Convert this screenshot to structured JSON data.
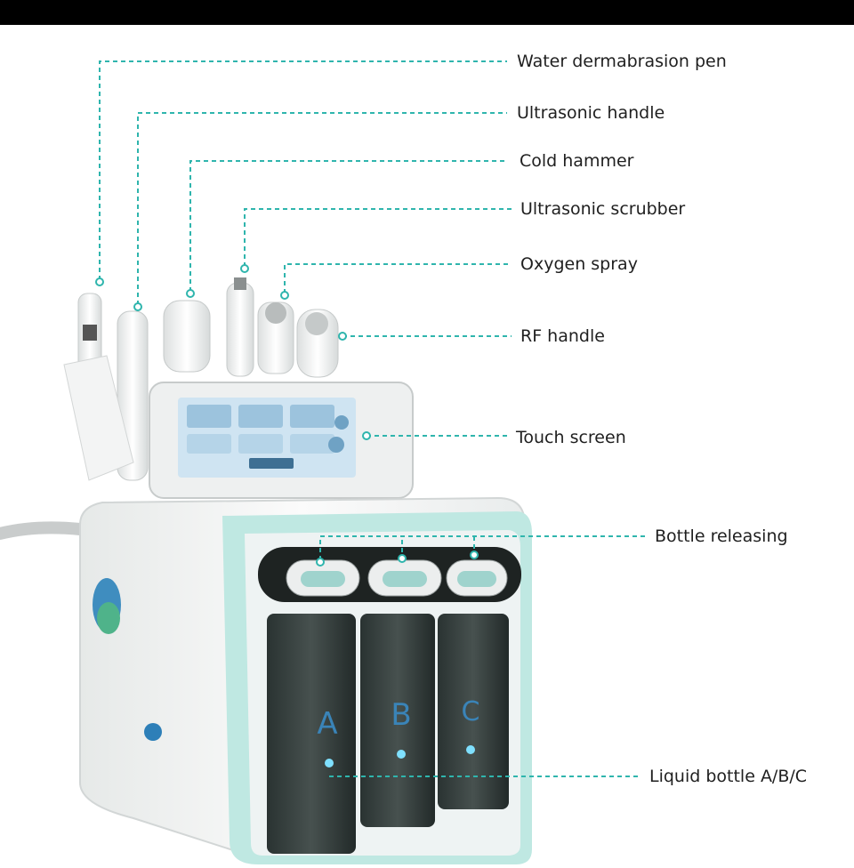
{
  "labels": {
    "water_pen": "Water dermabrasion pen",
    "ultrasonic_handle": "Ultrasonic handle",
    "cold_hammer": "Cold hammer",
    "ultrasonic_scrubber": "Ultrasonic scrubber",
    "oxygen_spray": "Oxygen spray",
    "rf_handle": "RF handle",
    "touch_screen": "Touch screen",
    "bottle_releasing": "Bottle releasing",
    "liquid_bottle": "Liquid bottle A/B/C"
  },
  "bottles": {
    "a": "A",
    "b": "B",
    "c": "C"
  },
  "colors": {
    "leader_line": "#2fb5ad",
    "device_body": "#f4f5f4",
    "device_accent": "#bfe8e2",
    "screen": "#cfe4f2",
    "bottle": "#1f2626",
    "label_text": "#1f1f1f"
  }
}
